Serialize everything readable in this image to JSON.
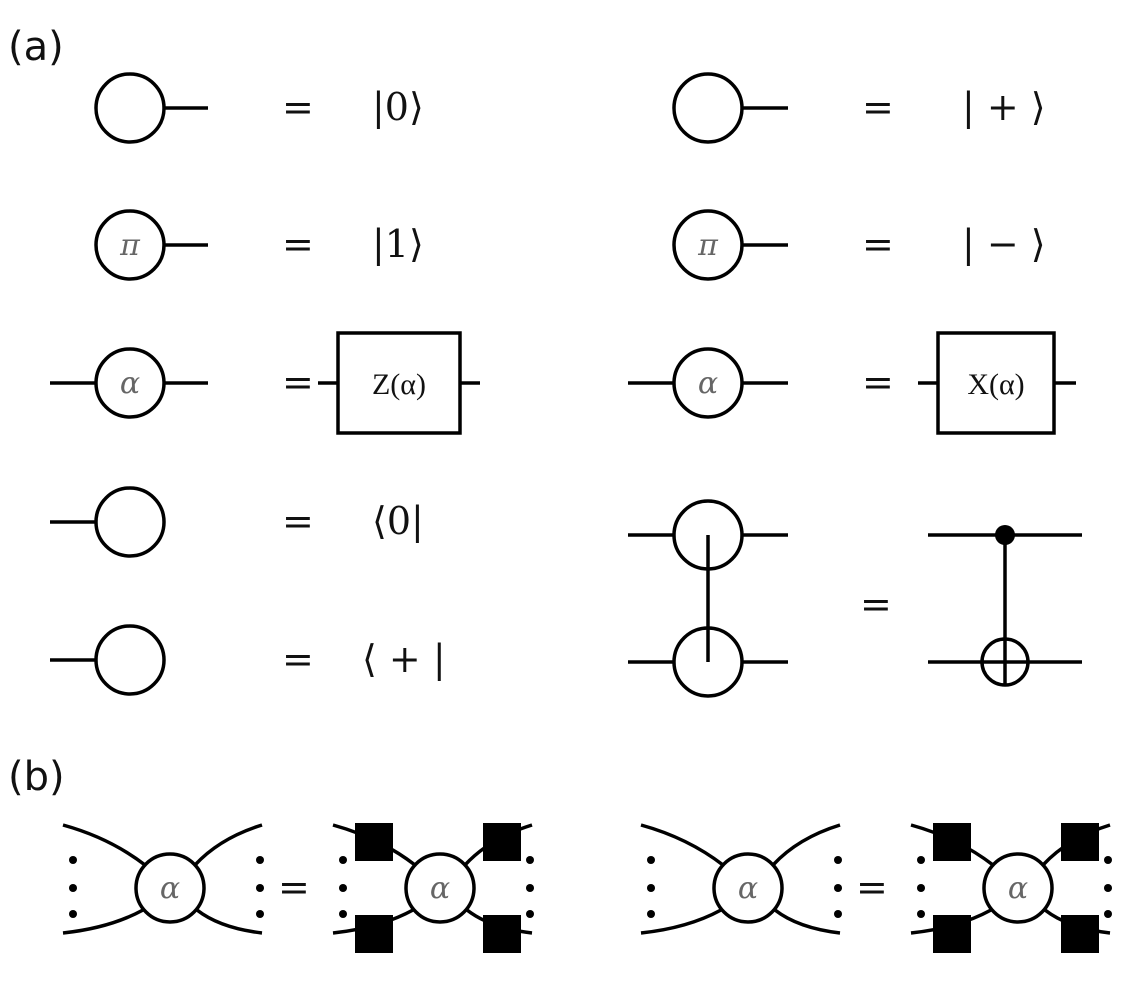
{
  "labels": {
    "a": "(a)",
    "b": "(b)"
  },
  "equals": "=",
  "colors": {
    "z_spider": "#d4d4d4",
    "x_spider": "#ffffff",
    "stroke": "#000000"
  },
  "part_a": {
    "zero_ket": "|0⟩",
    "one_ket": "|1⟩",
    "plus_ket": "| + ⟩",
    "minus_ket": "| − ⟩",
    "zero_bra": "⟨0|",
    "plus_bra": "⟨ + |",
    "pi": "π",
    "alpha": "α",
    "z_gate": "Z(α)",
    "x_gate": "X(α)"
  },
  "part_b": {
    "alpha": "α"
  }
}
